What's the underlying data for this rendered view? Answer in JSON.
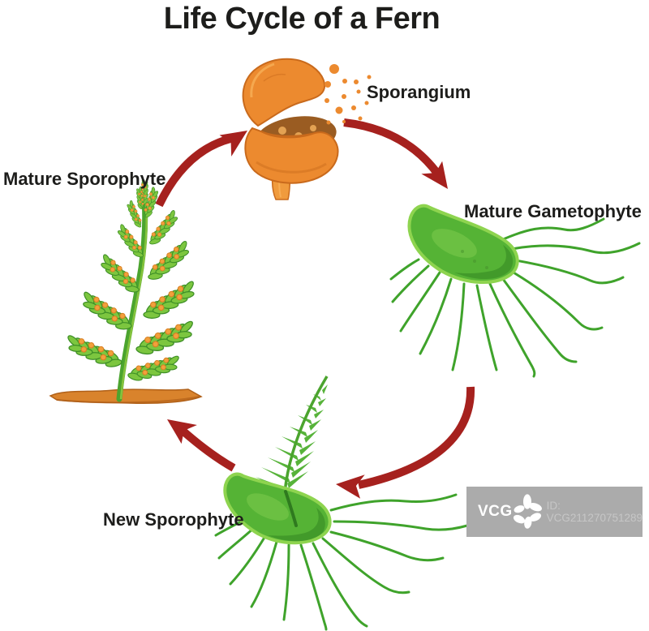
{
  "title": "Life Cycle of a Fern",
  "stages": [
    {
      "id": "sporangium",
      "label": "Sporangium"
    },
    {
      "id": "mature_gametophyte",
      "label": "Mature Gametophyte"
    },
    {
      "id": "new_sporophyte",
      "label": "New Sporophyte"
    },
    {
      "id": "mature_sporophyte",
      "label": "Mature Sporophyte"
    }
  ],
  "cycle_arrows": [
    {
      "from": "mature_sporophyte",
      "to": "sporangium"
    },
    {
      "from": "sporangium",
      "to": "mature_gametophyte"
    },
    {
      "from": "mature_gametophyte",
      "to": "new_sporophyte"
    },
    {
      "from": "new_sporophyte",
      "to": "mature_sporophyte"
    }
  ],
  "watermark": {
    "brand": "VCG",
    "id_text": "ID: VCG211270751289"
  },
  "colors": {
    "text": "#1d1d1b",
    "arrow": "#a6211e",
    "leaf-light": "#7cc63f",
    "leaf-mid": "#57b33a",
    "leaf-dark": "#3e8f27",
    "stem-green": "#4ba42e",
    "stem-hl": "#8cc63f",
    "rhizoid-green": "#3fa32b",
    "body-green": "#55b335",
    "body-rim": "#8ed44f",
    "body-shadow": "#3d9428",
    "body-hl": "#7ecb4d",
    "capsule-orange": "#ec8a2f",
    "capsule-dark": "#c96a1c",
    "capsule-hl": "#f7ad55",
    "interior-brown": "#9a5c22",
    "inner-spore": "#e3a253",
    "stalk-orange": "#f09b3d",
    "soil-orange": "#d9832c",
    "soil-dark": "#b06018",
    "sorus-orange": "#f2a03c",
    "sorus-stroke": "#d97e22",
    "watermark-bg": "#ababab",
    "watermark-id": "#c6c6c6"
  }
}
